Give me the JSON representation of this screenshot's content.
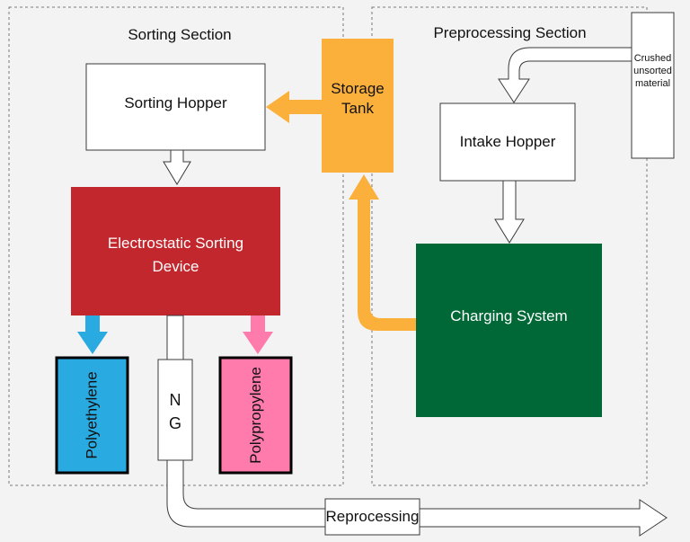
{
  "sections": {
    "sorting": "Sorting Section",
    "preprocessing": "Preprocessing Section"
  },
  "nodes": {
    "sorting_hopper": "Sorting Hopper",
    "storage_tank": "Storage\nTank",
    "intake_hopper": "Intake Hopper",
    "crushed_material": "Crushed\nunsorted\nmaterial",
    "electrostatic_device": "Electrostatic Sorting\nDevice",
    "charging_system": "Charging System",
    "polyethylene": "Polyethylene",
    "ng": "N\nG",
    "polypropylene": "Polypropylene",
    "reprocessing": "Reprocessing"
  },
  "colors": {
    "storage_tank": "#fbb03b",
    "electrostatic_device": "#c1272d",
    "charging_system": "#006837",
    "polyethylene": "#29abe2",
    "polypropylene": "#ff7bac",
    "orange_arrow": "#fbb03b",
    "blue_arrow": "#29abe2",
    "pink_arrow": "#ff7bac"
  }
}
